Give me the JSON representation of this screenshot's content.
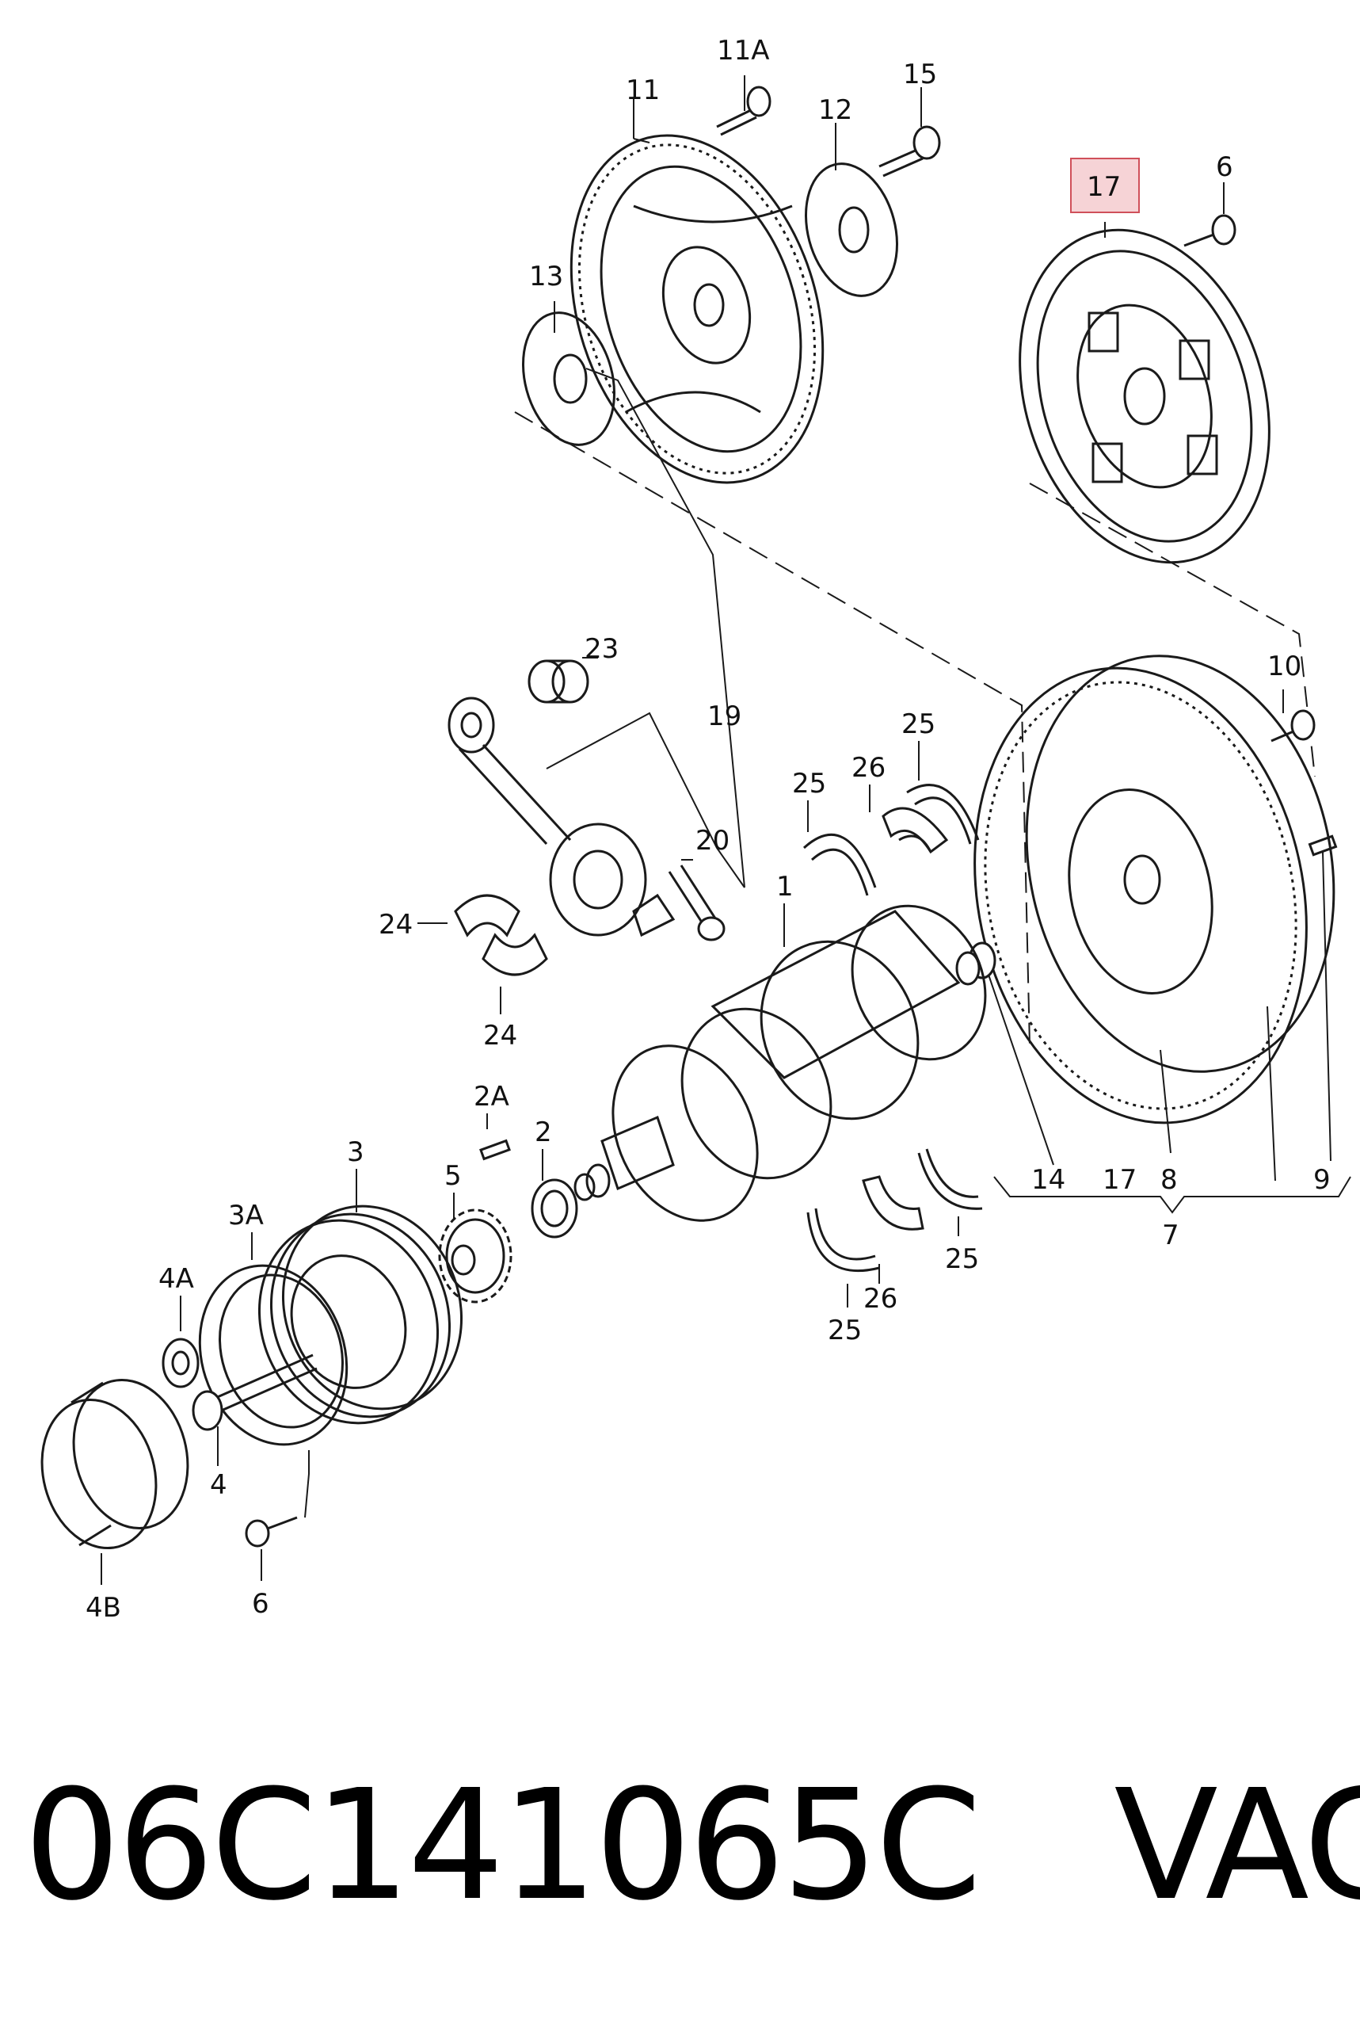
{
  "labels": {
    "l11A": "11A",
    "l11": "11",
    "l15": "15",
    "l12": "12",
    "l13": "13",
    "l17top": "17",
    "l6top": "6",
    "l23": "23",
    "l19": "19",
    "l10": "10",
    "l25a": "25",
    "l26a": "26",
    "l25b": "25",
    "l20": "20",
    "l24a": "24",
    "l24b": "24",
    "l1": "1",
    "l2A": "2A",
    "l2": "2",
    "l3": "3",
    "l5": "5",
    "l3A": "3A",
    "l4A": "4A",
    "l4": "4",
    "l4B": "4B",
    "l6bot": "6",
    "l14": "14",
    "l17bot": "17",
    "l8": "8",
    "l9": "9",
    "l7": "7",
    "l25c": "25",
    "l26b": "26",
    "l25d": "25"
  },
  "highlight_color": "#f6d3d6",
  "highlight_border": "#d0505a",
  "footer": {
    "part_number": "06C141065C",
    "brand": "VAG"
  }
}
